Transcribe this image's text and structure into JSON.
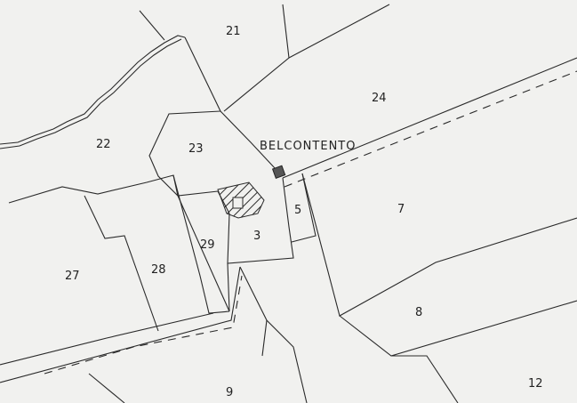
{
  "place_name": "BELCONTENTO",
  "parcels": [
    "21",
    "24",
    "22",
    "23",
    "7",
    "5",
    "3",
    "29",
    "28",
    "27",
    "8",
    "9",
    "12"
  ],
  "colors": {
    "background": "#f1f1ef",
    "ink": "#2a2a2a"
  }
}
